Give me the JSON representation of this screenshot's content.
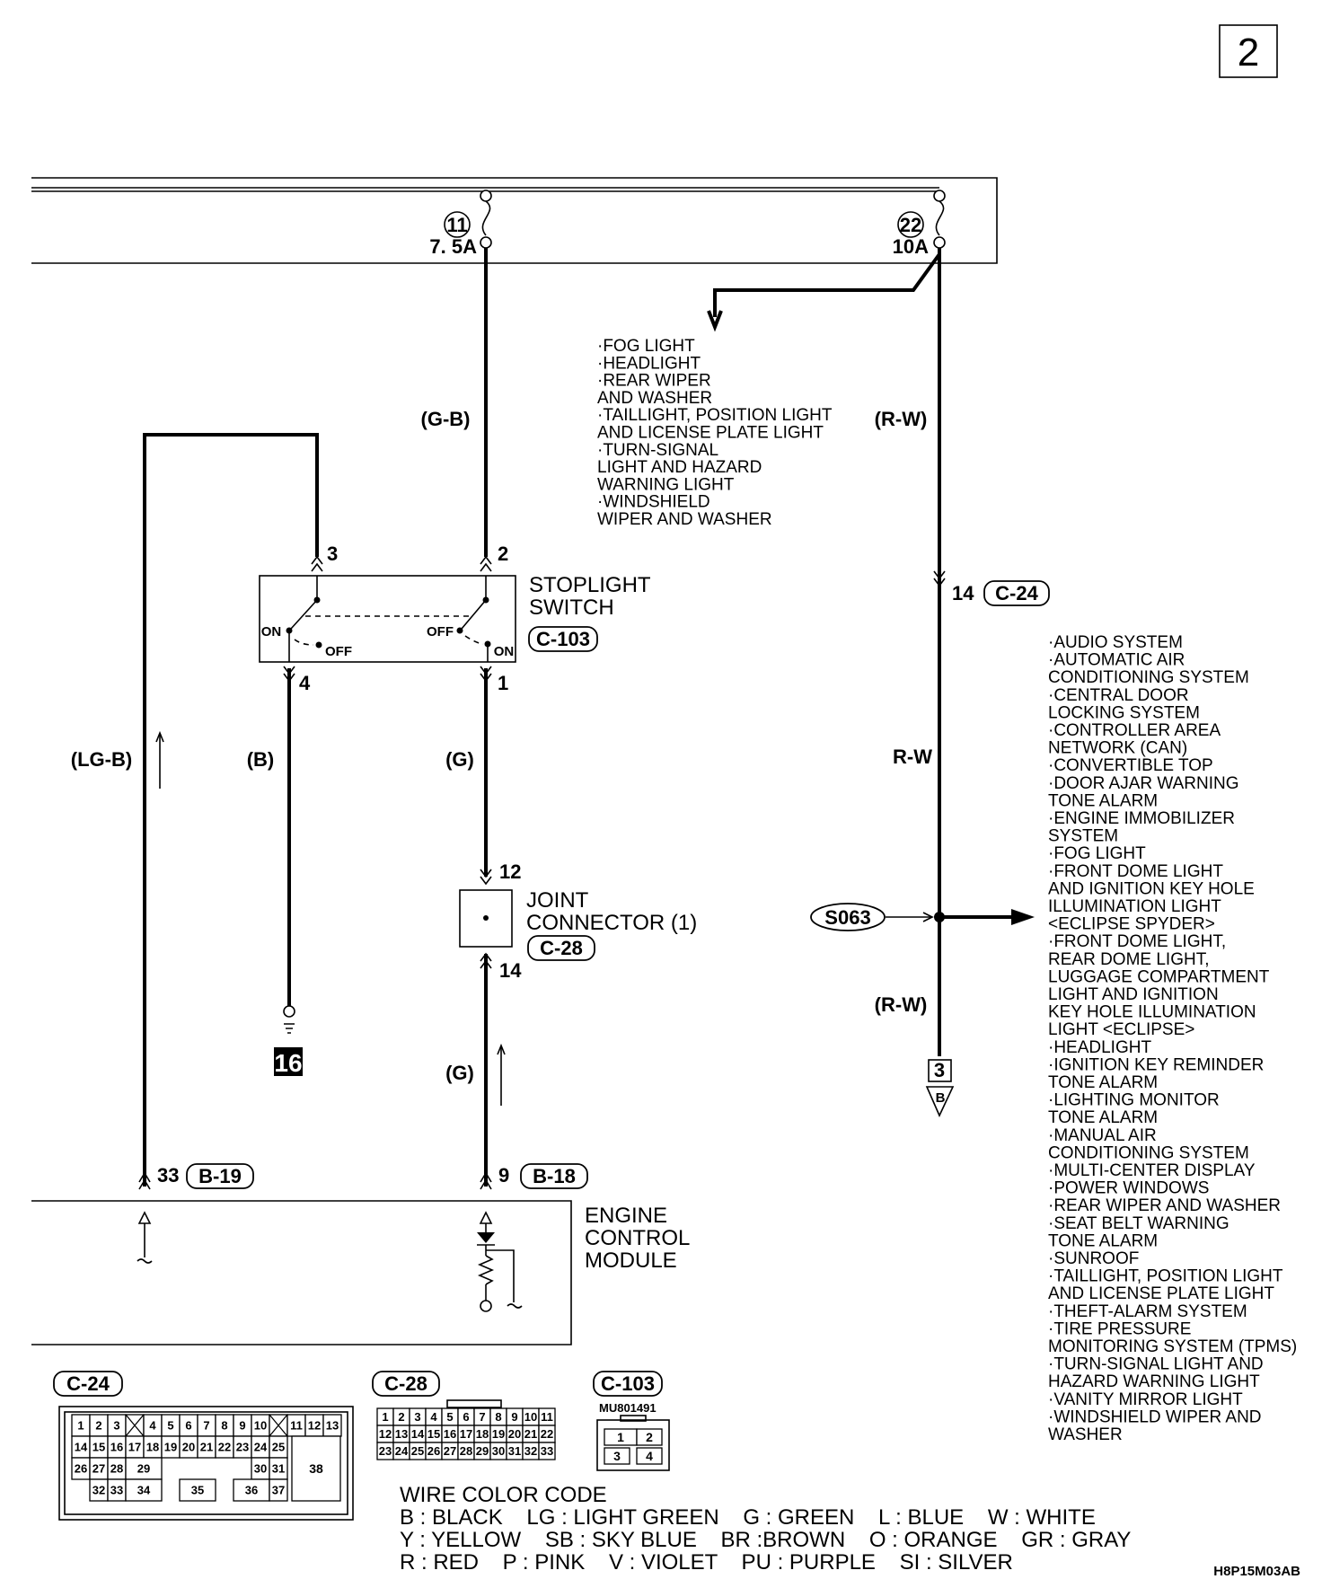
{
  "page_number": "2",
  "diagram_code": "H8P15M03AB",
  "fuses": [
    {
      "number": "11",
      "rating": "7. 5A"
    },
    {
      "number": "22",
      "rating": "10A"
    }
  ],
  "wires": {
    "fuse11_out": "(G-B)",
    "fuse22_out": "(R-W)",
    "ecm_left": "(LG-B)",
    "ground": "(B)",
    "switch_to_joint": "(G)",
    "r_w_mid": "R-W",
    "joint_to_ecm": "(G)",
    "r_w_low": "(R-W)"
  },
  "fuse22_branch_list": [
    "·FOG LIGHT",
    "·HEADLIGHT",
    "·REAR WIPER",
    " AND WASHER",
    "·TAILLIGHT, POSITION LIGHT",
    " AND LICENSE PLATE LIGHT",
    "·TURN-SIGNAL",
    " LIGHT AND HAZARD",
    " WARNING LIGHT",
    "·WINDSHIELD",
    " WIPER AND WASHER"
  ],
  "stoplight_switch": {
    "name_line1": "STOPLIGHT",
    "name_line2": "SWITCH",
    "connector": "C-103",
    "pins": {
      "p1": "1",
      "p2": "2",
      "p3": "3",
      "p4": "4"
    },
    "on_left": "ON",
    "off_left": "OFF",
    "off_right": "OFF",
    "on_right": "ON"
  },
  "c24_pin": {
    "pin": "14",
    "connector": "C-24"
  },
  "splice": "S063",
  "splice_branch_list": [
    "·AUDIO SYSTEM",
    "·AUTOMATIC AIR",
    " CONDITIONING SYSTEM",
    "·CENTRAL DOOR",
    " LOCKING SYSTEM",
    "·CONTROLLER AREA",
    " NETWORK (CAN)",
    "·CONVERTIBLE TOP",
    "·DOOR AJAR WARNING",
    " TONE ALARM",
    "·ENGINE IMMOBILIZER",
    " SYSTEM",
    "·FOG LIGHT",
    "·FRONT DOME LIGHT",
    " AND IGNITION KEY HOLE",
    " ILLUMINATION LIGHT",
    " <ECLIPSE SPYDER>",
    "·FRONT DOME LIGHT,",
    " REAR DOME LIGHT,",
    " LUGGAGE COMPARTMENT",
    " LIGHT AND IGNITION",
    " KEY HOLE ILLUMINATION",
    " LIGHT <ECLIPSE>",
    "·HEADLIGHT",
    "·IGNITION KEY REMINDER",
    " TONE ALARM",
    "·LIGHTING MONITOR",
    " TONE ALARM",
    "·MANUAL AIR",
    " CONDITIONING SYSTEM",
    "·MULTI-CENTER DISPLAY",
    "·POWER WINDOWS",
    "·REAR WIPER AND WASHER",
    "·SEAT BELT WARNING",
    " TONE ALARM",
    "·SUNROOF",
    "·TAILLIGHT, POSITION LIGHT",
    " AND LICENSE PLATE LIGHT",
    "·THEFT-ALARM SYSTEM",
    "·TIRE PRESSURE",
    " MONITORING SYSTEM (TPMS)",
    "·TURN-SIGNAL LIGHT AND",
    " HAZARD WARNING LIGHT",
    "·VANITY MIRROR LIGHT",
    "·WINDSHIELD WIPER AND",
    " WASHER"
  ],
  "ground_ref": "16",
  "offpage": {
    "number": "3",
    "letter": "B"
  },
  "joint_connector": {
    "line1": "JOINT",
    "line2": "CONNECTOR (1)",
    "connector": "C-28",
    "pin_top": "12",
    "pin_bottom": "14"
  },
  "ecm": {
    "line1": "ENGINE",
    "line2": "CONTROL",
    "line3": "MODULE",
    "pin_left": "33",
    "conn_left": "B-19",
    "pin_right": "9",
    "conn_right": "B-18"
  },
  "connector_views": {
    "c24": {
      "label": "C-24",
      "row1": [
        "1",
        "2",
        "3",
        "",
        "4",
        "5",
        "6",
        "7",
        "8",
        "9",
        "10",
        "",
        "11",
        "12",
        "13"
      ],
      "row2": [
        "14",
        "15",
        "16",
        "17",
        "18",
        "19",
        "20",
        "21",
        "22",
        "23",
        "24",
        "25"
      ],
      "row3": [
        "26",
        "27",
        "28",
        "29",
        "30",
        "31"
      ],
      "row4": [
        "32",
        "33",
        "34",
        "35",
        "36",
        "37"
      ],
      "big": "38"
    },
    "c28": {
      "label": "C-28",
      "row1": [
        "1",
        "2",
        "3",
        "4",
        "5",
        "6",
        "7",
        "8",
        "9",
        "10",
        "11"
      ],
      "row2": [
        "12",
        "13",
        "14",
        "15",
        "16",
        "17",
        "18",
        "19",
        "20",
        "21",
        "22"
      ],
      "row3": [
        "23",
        "24",
        "25",
        "26",
        "27",
        "28",
        "29",
        "30",
        "31",
        "32",
        "33"
      ]
    },
    "c103": {
      "label": "C-103",
      "part": "MU801491",
      "pins": [
        "1",
        "2",
        "3",
        "4"
      ]
    }
  },
  "wire_color_code": {
    "title": "WIRE COLOR CODE",
    "line1": "B : BLACK    LG : LIGHT GREEN    G : GREEN    L : BLUE    W : WHITE",
    "line2": "Y : YELLOW    SB : SKY BLUE    BR :BROWN    O : ORANGE    GR : GRAY",
    "line3": "R : RED    P : PINK    V : VIOLET    PU : PURPLE    SI : SILVER"
  }
}
